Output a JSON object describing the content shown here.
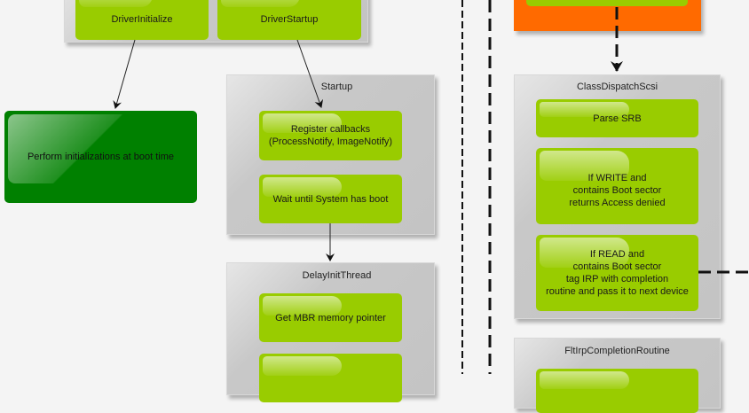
{
  "top_container": {
    "boxes": [
      {
        "label": "DriverInitialize"
      },
      {
        "label": "DriverStartup"
      }
    ]
  },
  "init_box": {
    "label": "Perform initializations at boot time",
    "color": "#008000"
  },
  "startup": {
    "title": "Startup",
    "boxes": [
      {
        "label": "Register callbacks\n(ProcessNotify, ImageNotify)"
      },
      {
        "label": "Wait until System has boot"
      }
    ]
  },
  "delay_init_thread": {
    "title": "DelayInitThread",
    "boxes": [
      {
        "label": "Get MBR memory pointer"
      },
      {
        "label": ""
      }
    ]
  },
  "orange_container": {
    "color": "#ff6a00"
  },
  "class_dispatch_scsi": {
    "title": "ClassDispatchScsi",
    "boxes": [
      {
        "label": "Parse SRB"
      },
      {
        "label": "If WRITE and\ncontains Boot sector\nreturns Access denied"
      },
      {
        "label": "If READ and\ncontains Boot sector\ntag IRP with completion\nroutine and pass it to next device"
      }
    ]
  },
  "flt_irp_completion": {
    "title": "FltIrpCompletionRoutine",
    "boxes": [
      {
        "label": ""
      }
    ]
  },
  "colors": {
    "step_green": "#99cc00",
    "container_gray": "#c8c8c8",
    "background": "#f4f4f4"
  }
}
